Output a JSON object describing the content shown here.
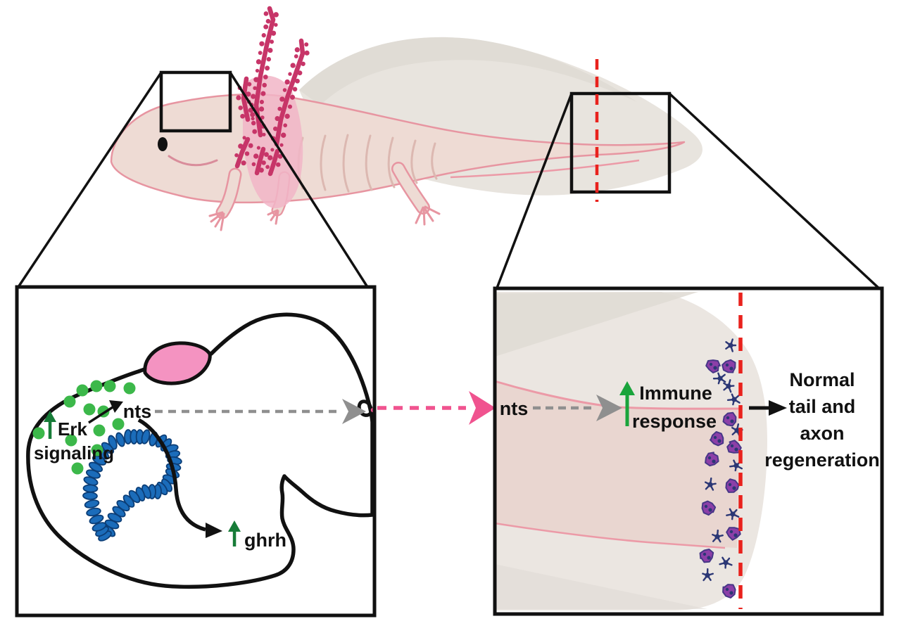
{
  "figure": {
    "title": "Axolotl head-to-tail signaling diagram",
    "background": "#ffffff"
  },
  "labels": {
    "left_panel": {
      "nts": "nts",
      "erk_top": "Erk",
      "erk_bottom": "signaling",
      "ghrh": "ghrh"
    },
    "right_panel": {
      "nts": "nts",
      "immune_top": "Immune",
      "immune_bottom": "response",
      "outcome_l1": "Normal",
      "outcome_l2": "tail and",
      "outcome_l3": "axon",
      "outcome_l4": "regeneration"
    }
  },
  "colors": {
    "outline_black": "#111111",
    "body_pink": "#eedbd4",
    "body_outline_pink": "#e795a1",
    "rib_pink": "#dcb8b1",
    "fin_gray": "#e8e4de",
    "fin_gray_dark": "#ddd8d1",
    "gill_magenta": "#c73568",
    "gill_base_pink": "#f1b5c7",
    "red_dashed": "#e9221d",
    "gray_arrow": "#8f8f8f",
    "pink_arrow": "#f0538f",
    "green_dot": "#3cb84a",
    "dark_green_arrow": "#177c38",
    "bright_green_arrow": "#1aa43c",
    "pink_lens": "#f493c1",
    "blue_cell_fill": "#1b6cba",
    "blue_cell_stroke": "#0c3e77",
    "pale_green_region": "#abd5b8",
    "beige_fin": "#ebe6e1",
    "beige_dark": "#e0dbd5",
    "muscle_pink": "#e9d6d0",
    "muscle_line_pink": "#ec9aa7",
    "purple_cell": "#8c3fa8",
    "purple_cell_stroke": "#473787",
    "navy_cell": "#2b3775"
  }
}
